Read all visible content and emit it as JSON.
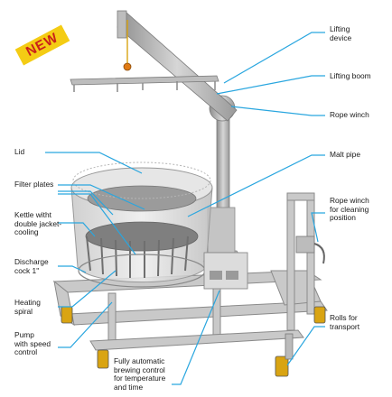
{
  "badge": "NEW",
  "colors": {
    "callout": "#29a6df",
    "badge_bg": "#f4cc14",
    "badge_text": "#c9201a",
    "frame": "#b8b8b8"
  },
  "labels": {
    "lifting_device": "Lifting\ndevice",
    "lifting_boom": "Lifting boom",
    "rope_winch": "Rope winch",
    "malt_pipe": "Malt pipe",
    "rope_winch_cleaning": "Rope winch\nfor cleaning\nposition",
    "rolls_transport": "Rolls for\ntransport",
    "brewing_control": "Fully automatic\nbrewing control\nfor temperature\nand time",
    "lid": "Lid",
    "filter_plates": "Filter plates",
    "kettle": "Kettle witht\ndouble jacket-\ncooling",
    "discharge_cock": "Discharge\ncock 1\"",
    "heating_spiral": "Heating\nspiral",
    "pump": "Pump\nwith speed\ncontrol"
  }
}
